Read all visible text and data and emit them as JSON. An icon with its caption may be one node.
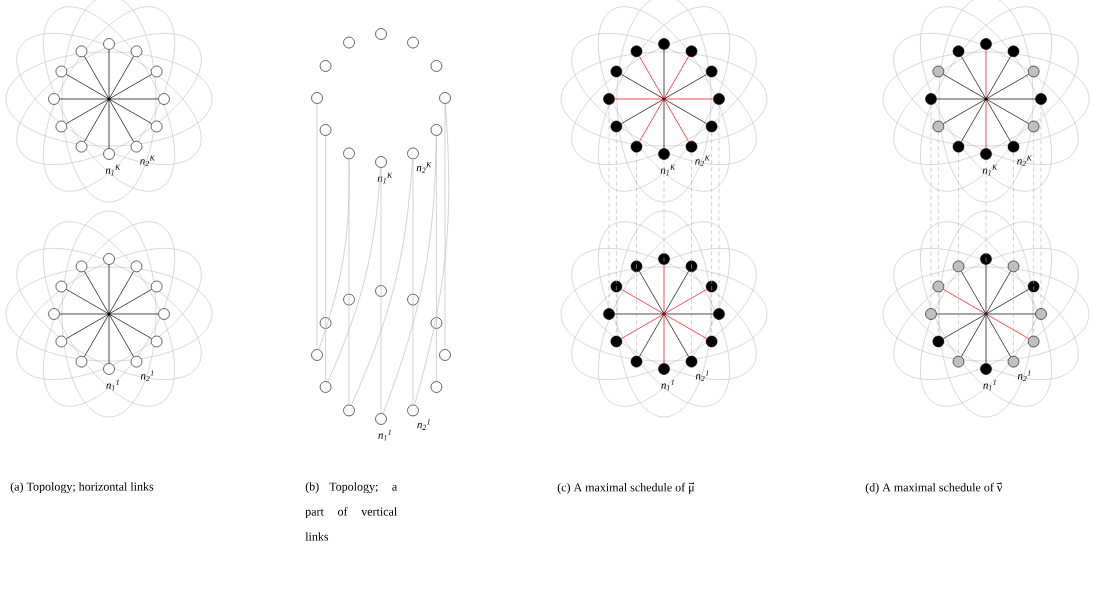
{
  "diagram": {
    "nodes": [
      {
        "text": [],
        "shape": "circle"
      },
      {
        "text": [],
        "shape": "circle"
      },
      {
        "text": [],
        "shape": "circle"
      },
      {
        "text": [],
        "shape": "circle"
      },
      {
        "text": [],
        "shape": "circle"
      },
      {
        "text": [],
        "shape": "circle",
        "beside": [
          "n$_{2}$$^{K}$"
        ]
      },
      {
        "text": [],
        "shape": "circle",
        "beside": [
          "n$_{1}$$^{K}$"
        ]
      },
      {
        "text": [],
        "shape": "circle"
      },
      {
        "text": [],
        "shape": "circle"
      },
      {
        "text": [],
        "shape": "circle"
      },
      {
        "text": [],
        "shape": "circle"
      },
      {
        "text": [],
        "shape": "circle"
      },
      {
        "text": [],
        "shape": "circle"
      },
      {
        "text": [],
        "shape": "circle"
      },
      {
        "text": [],
        "shape": "circle"
      },
      {
        "text": [],
        "shape": "circle"
      },
      {
        "text": [],
        "shape": "circle"
      },
      {
        "text": [],
        "shape": "circle",
        "beside": [
          "n$_{2}$$^{1}$"
        ]
      },
      {
        "text": [],
        "shape": "circle",
        "beside": [
          "n$_{1}$$^{1}$"
        ]
      },
      {
        "text": [],
        "shape": "circle"
      },
      {
        "text": [],
        "shape": "circle"
      },
      {
        "text": [],
        "shape": "circle"
      },
      {
        "text": [],
        "shape": "circle"
      },
      {
        "text": [],
        "shape": "circle"
      },
      {
        "text": [],
        "shape": "circle"
      },
      {
        "text": [],
        "shape": "circle"
      },
      {
        "text": [],
        "shape": "circle"
      },
      {
        "text": [],
        "shape": "circle"
      },
      {
        "text": [],
        "shape": "circle"
      },
      {
        "text": [],
        "shape": "circle",
        "beside": [
          "n$_{2}$$^{K}$"
        ]
      },
      {
        "text": [],
        "shape": "circle",
        "beside": [
          "n$_{1}$$^{K}$"
        ]
      },
      {
        "text": [],
        "shape": "circle"
      },
      {
        "text": [],
        "shape": "circle"
      },
      {
        "text": [],
        "shape": "circle"
      },
      {
        "text": [],
        "shape": "circle"
      },
      {
        "text": [],
        "shape": "circle"
      },
      {
        "text": [],
        "shape": "circle"
      },
      {
        "text": [],
        "shape": "circle"
      },
      {
        "text": [],
        "shape": "circle"
      },
      {
        "text": [],
        "shape": "circle"
      },
      {
        "text": [],
        "shape": "circle"
      },
      {
        "text": [],
        "shape": "circle",
        "beside": [
          "n$_{2}$$^{1}$"
        ]
      },
      {
        "text": [],
        "shape": "circle",
        "beside": [
          "n$_{1}$$^{1}$"
        ]
      },
      {
        "text": [],
        "shape": "circle"
      },
      {
        "text": [],
        "shape": "circle"
      },
      {
        "text": [],
        "shape": "circle"
      },
      {
        "text": [],
        "shape": "circle"
      },
      {
        "text": [],
        "shape": "circle"
      },
      {
        "text": [],
        "shape": "circle"
      },
      {
        "text": [],
        "shape": "circle"
      },
      {
        "text": [],
        "shape": "circle"
      },
      {
        "text": [],
        "shape": "circle"
      },
      {
        "text": [],
        "shape": "circle"
      },
      {
        "text": [],
        "shape": "circle",
        "beside": [
          "n$_{2}$$^{K}$"
        ]
      },
      {
        "text": [],
        "shape": "circle",
        "beside": [
          "n$_{1}$$^{K}$"
        ]
      },
      {
        "text": [],
        "shape": "circle"
      },
      {
        "text": [],
        "shape": "circle"
      },
      {
        "text": [],
        "shape": "circle"
      },
      {
        "text": [],
        "shape": "circle"
      },
      {
        "text": [],
        "shape": "circle"
      },
      {
        "text": [],
        "shape": "circle"
      },
      {
        "text": [],
        "shape": "circle"
      },
      {
        "text": [],
        "shape": "circle"
      },
      {
        "text": [],
        "shape": "circle"
      },
      {
        "text": [],
        "shape": "circle"
      },
      {
        "text": [],
        "shape": "circle",
        "beside": [
          "n$_{2}$$^{1}$"
        ]
      },
      {
        "text": [],
        "shape": "circle",
        "beside": [
          "n$_{1}$$^{1}$"
        ]
      },
      {
        "text": [],
        "shape": "circle"
      },
      {
        "text": [],
        "shape": "circle"
      },
      {
        "text": [],
        "shape": "circle"
      },
      {
        "text": [],
        "shape": "circle"
      },
      {
        "text": [],
        "shape": "circle"
      },
      {
        "text": [],
        "shape": "circle"
      },
      {
        "text": [],
        "shape": "circle"
      },
      {
        "text": [],
        "shape": "circle"
      },
      {
        "text": [],
        "shape": "circle"
      },
      {
        "text": [],
        "shape": "circle"
      },
      {
        "text": [],
        "shape": "circle",
        "beside": [
          "n$_{2}$$^{K}$"
        ]
      },
      {
        "text": [],
        "shape": "circle",
        "beside": [
          "n$_{1}$$^{K}$"
        ]
      },
      {
        "text": [],
        "shape": "circle"
      },
      {
        "text": [],
        "shape": "circle"
      },
      {
        "text": [],
        "shape": "circle"
      },
      {
        "text": [],
        "shape": "circle"
      },
      {
        "text": [],
        "shape": "circle"
      },
      {
        "text": [],
        "shape": "circle"
      },
      {
        "text": [],
        "shape": "circle"
      },
      {
        "text": [],
        "shape": "circle"
      },
      {
        "text": [],
        "shape": "circle"
      },
      {
        "text": [],
        "shape": "circle"
      },
      {
        "text": [],
        "shape": "circle",
        "beside": [
          "n$_{2}$$^{1}$"
        ]
      },
      {
        "text": [],
        "shape": "circle",
        "beside": [
          "n$_{1}$$^{1}$"
        ]
      },
      {
        "text": [],
        "shape": "circle"
      },
      {
        "text": [],
        "shape": "circle"
      },
      {
        "text": [],
        "shape": "circle"
      },
      {
        "text": [],
        "shape": "circle"
      },
      {
        "text": [],
        "shape": "circle"
      }
    ],
    "edges": [
      {
        "from": 0,
        "to": 6,
        "arrow": "none"
      },
      {
        "from": 1,
        "to": 7,
        "arrow": "none"
      },
      {
        "from": 2,
        "to": 8,
        "arrow": "none"
      },
      {
        "from": 3,
        "to": 9,
        "arrow": "none"
      },
      {
        "from": 4,
        "to": 10,
        "arrow": "none"
      },
      {
        "from": 5,
        "to": 11,
        "arrow": "none"
      },
      {
        "from": 12,
        "to": 18,
        "arrow": "none"
      },
      {
        "from": 13,
        "to": 19,
        "arrow": "none"
      },
      {
        "from": 14,
        "to": 20,
        "arrow": "none"
      },
      {
        "from": 15,
        "to": 21,
        "arrow": "none"
      },
      {
        "from": 16,
        "to": 22,
        "arrow": "none"
      },
      {
        "from": 17,
        "to": 23,
        "arrow": "none"
      },
      {
        "from": 27,
        "to": 39,
        "arrow": "none",
        "color": "#c0c0c0"
      },
      {
        "from": 28,
        "to": 40,
        "arrow": "none",
        "color": "#c0c0c0"
      },
      {
        "from": 29,
        "to": 41,
        "arrow": "none",
        "color": "#c0c0c0"
      },
      {
        "from": 30,
        "to": 42,
        "arrow": "none",
        "color": "#c0c0c0"
      },
      {
        "from": 31,
        "to": 43,
        "arrow": "none",
        "color": "#c0c0c0"
      },
      {
        "from": 32,
        "to": 44,
        "arrow": "none",
        "color": "#c0c0c0"
      },
      {
        "from": 33,
        "to": 45,
        "arrow": "none",
        "color": "#c0c0c0"
      },
      {
        "from": 27,
        "to": 41,
        "arrow": "none",
        "color": "#c0c0c0"
      },
      {
        "from": 28,
        "to": 42,
        "arrow": "none",
        "color": "#c0c0c0"
      },
      {
        "from": 29,
        "to": 43,
        "arrow": "none",
        "color": "#c0c0c0"
      },
      {
        "from": 30,
        "to": 44,
        "arrow": "none",
        "color": "#c0c0c0"
      },
      {
        "from": 31,
        "to": 45,
        "arrow": "none",
        "color": "#c0c0c0"
      },
      {
        "from": 48,
        "to": 54,
        "arrow": "none"
      },
      {
        "from": 49,
        "to": 55,
        "arrow": "none",
        "color": "#ff0000"
      },
      {
        "from": 50,
        "to": 56,
        "arrow": "none"
      },
      {
        "from": 51,
        "to": 57,
        "arrow": "none",
        "color": "#ff0000"
      },
      {
        "from": 52,
        "to": 58,
        "arrow": "none"
      },
      {
        "from": 53,
        "to": 59,
        "arrow": "none",
        "color": "#ff0000"
      },
      {
        "from": 60,
        "to": 66,
        "arrow": "none",
        "color": "#ff0000"
      },
      {
        "from": 61,
        "to": 67,
        "arrow": "none"
      },
      {
        "from": 62,
        "to": 68,
        "arrow": "none",
        "color": "#ff0000"
      },
      {
        "from": 63,
        "to": 69,
        "arrow": "none"
      },
      {
        "from": 64,
        "to": 70,
        "arrow": "none",
        "color": "#ff0000"
      },
      {
        "from": 65,
        "to": 71,
        "arrow": "none"
      },
      {
        "from": 51,
        "to": 63,
        "arrow": "none",
        "style": "dashed",
        "color": "#b4b4b4"
      },
      {
        "from": 52,
        "to": 64,
        "arrow": "none",
        "style": "dashed",
        "color": "#b4b4b4"
      },
      {
        "from": 53,
        "to": 65,
        "arrow": "none",
        "style": "dashed",
        "color": "#b4b4b4"
      },
      {
        "from": 54,
        "to": 66,
        "arrow": "none",
        "style": "dashed",
        "color": "#b4b4b4"
      },
      {
        "from": 55,
        "to": 67,
        "arrow": "none",
        "style": "dashed",
        "color": "#b4b4b4"
      },
      {
        "from": 56,
        "to": 68,
        "arrow": "none",
        "style": "dashed",
        "color": "#b4b4b4"
      },
      {
        "from": 57,
        "to": 69,
        "arrow": "none",
        "style": "dashed",
        "color": "#b4b4b4"
      },
      {
        "from": 72,
        "to": 78,
        "arrow": "none",
        "color": "#ff0000"
      },
      {
        "from": 73,
        "to": 79,
        "arrow": "none"
      },
      {
        "from": 74,
        "to": 80,
        "arrow": "none"
      },
      {
        "from": 75,
        "to": 81,
        "arrow": "none"
      },
      {
        "from": 76,
        "to": 82,
        "arrow": "none"
      },
      {
        "from": 77,
        "to": 83,
        "arrow": "none"
      },
      {
        "from": 84,
        "to": 90,
        "arrow": "none"
      },
      {
        "from": 85,
        "to": 91,
        "arrow": "none"
      },
      {
        "from": 86,
        "to": 92,
        "arrow": "none"
      },
      {
        "from": 87,
        "to": 93,
        "arrow": "none"
      },
      {
        "from": 88,
        "to": 94,
        "arrow": "none",
        "color": "#ff0000"
      },
      {
        "from": 89,
        "to": 95,
        "arrow": "none"
      },
      {
        "from": 75,
        "to": 87,
        "arrow": "none",
        "style": "dashed",
        "color": "#b4b4b4"
      },
      {
        "from": 76,
        "to": 88,
        "arrow": "none",
        "style": "dashed",
        "color": "#b4b4b4"
      },
      {
        "from": 77,
        "to": 89,
        "arrow": "none",
        "style": "dashed",
        "color": "#b4b4b4"
      },
      {
        "from": 78,
        "to": 90,
        "arrow": "none",
        "style": "dashed",
        "color": "#b4b4b4"
      },
      {
        "from": 79,
        "to": 91,
        "arrow": "none",
        "style": "dashed",
        "color": "#b4b4b4"
      },
      {
        "from": 80,
        "to": 92,
        "arrow": "none",
        "style": "dashed",
        "color": "#b4b4b4"
      },
      {
        "from": 81,
        "to": 93,
        "arrow": "none",
        "style": "dashed",
        "color": "#b4b4b4"
      }
    ],
    "labels": [
      "(a) Topology; horizontal links",
      "(b) Topology; a part of vertical links",
      "(c) A maximal schedule of μ⃗",
      "(d) A maximal schedule of ν⃗"
    ]
  }
}
